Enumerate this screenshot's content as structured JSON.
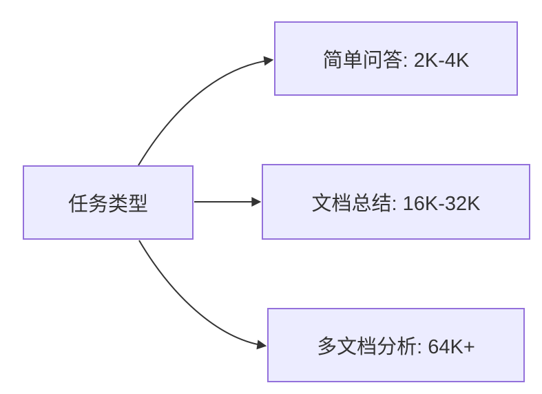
{
  "diagram": {
    "type": "flowchart-left-to-right",
    "root": {
      "id": "task-type",
      "label": "任务类型"
    },
    "nodes": [
      {
        "id": "simple-qa",
        "label": "简单问答: 2K-4K"
      },
      {
        "id": "doc-summary",
        "label": "文档总结: 16K-32K"
      },
      {
        "id": "multi-doc",
        "label": "多文档分析: 64K+"
      }
    ],
    "edges": [
      {
        "from": "task-type",
        "to": "simple-qa",
        "style": "curved-up"
      },
      {
        "from": "task-type",
        "to": "doc-summary",
        "style": "straight"
      },
      {
        "from": "task-type",
        "to": "multi-doc",
        "style": "curved-down"
      }
    ],
    "colors": {
      "node_fill": "#ECECFF",
      "node_border": "#9370DB",
      "edge": "#333333",
      "text": "#333333",
      "background": "#FFFFFF"
    }
  }
}
